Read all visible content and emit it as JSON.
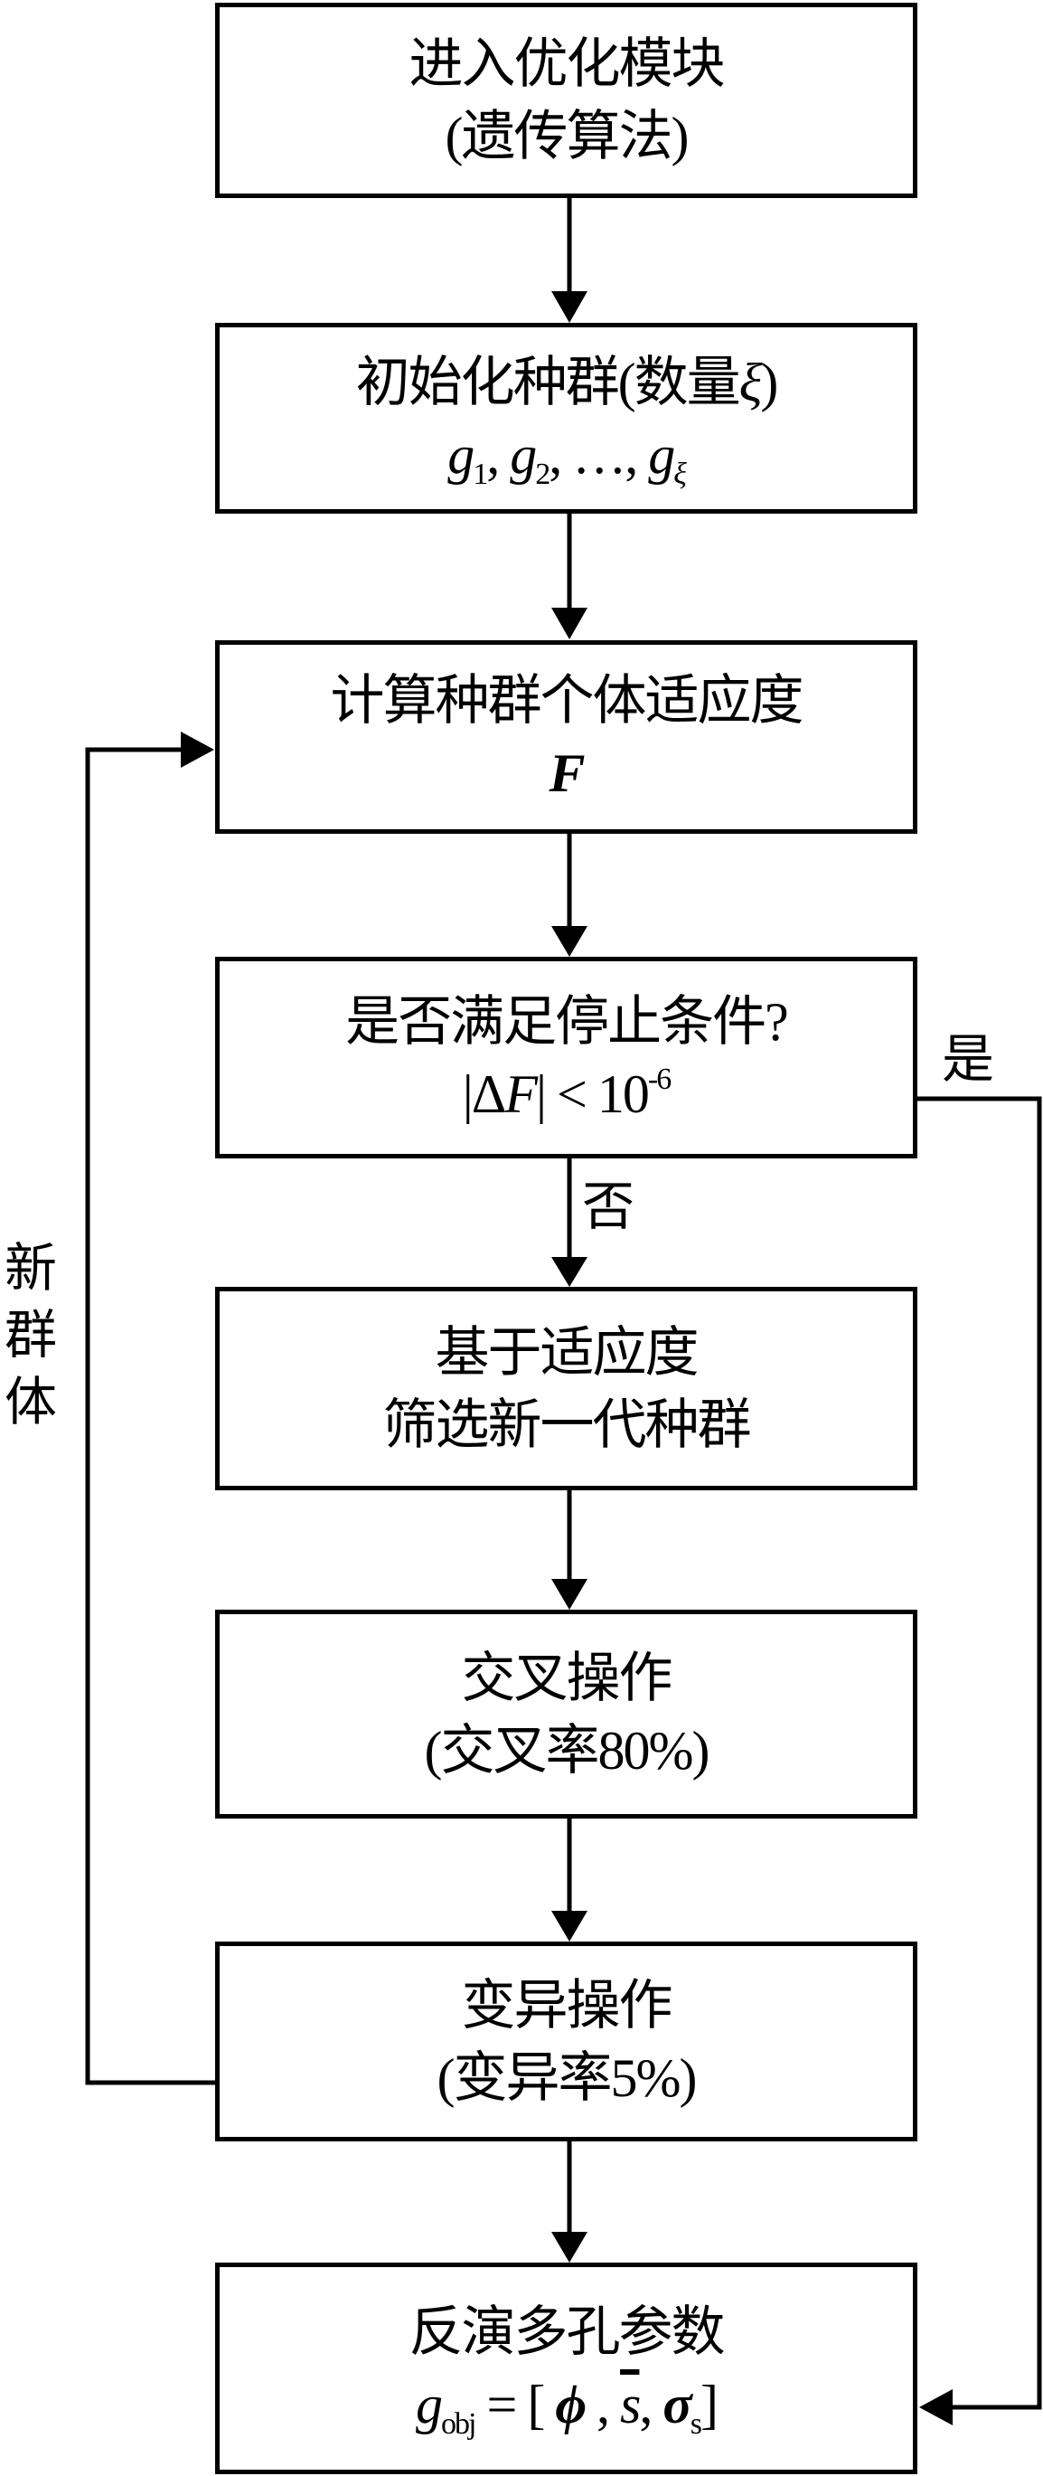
{
  "diagram": {
    "title": "Genetic algorithm optimization flowchart",
    "nodes": [
      {
        "id": "enter-module",
        "lines": [
          "进入优化模块",
          "(遗传算法)"
        ]
      },
      {
        "id": "init-population",
        "line1": "初始化种群(数量",
        "line1_symbol": "ξ",
        "line1_end": ")",
        "formula": {
          "g": "g",
          "sub1": "1",
          "sub2": "2",
          "sep": ",",
          "ellipsis": "…",
          "subxi": "ξ"
        }
      },
      {
        "id": "compute-fitness",
        "lines": [
          "计算种群个体适应度"
        ],
        "symbol": "F"
      },
      {
        "id": "stop-check",
        "lines": [
          "是否满足停止条件?"
        ],
        "formula": {
          "abs_open": "|",
          "delta": "Δ",
          "var": "F",
          "abs_close": "|",
          "op": " < ",
          "base": "10",
          "exp": "-6"
        }
      },
      {
        "id": "selection",
        "lines": [
          "基于适应度",
          "筛选新一代种群"
        ]
      },
      {
        "id": "crossover",
        "lines": [
          "交叉操作",
          "(交叉率80%)"
        ],
        "rate_percent": 80
      },
      {
        "id": "mutation",
        "lines": [
          "变异操作",
          "(变异率5%)"
        ],
        "rate_percent": 5
      },
      {
        "id": "inversion",
        "lines": [
          "反演多孔参数"
        ],
        "formula": {
          "g": "g",
          "sub": "obj",
          "eq": " = [ ",
          "phi": "ϕ",
          "comma": " , ",
          "sbar": "s",
          "comma2": ", ",
          "sigma": "σ",
          "sigma_sub": "s",
          "close": "]"
        }
      }
    ],
    "edge_labels": {
      "yes": "是",
      "no": "否",
      "loop": [
        "新",
        "群",
        "体"
      ]
    },
    "colors": {
      "stroke": "#000000",
      "background": "#ffffff"
    }
  }
}
